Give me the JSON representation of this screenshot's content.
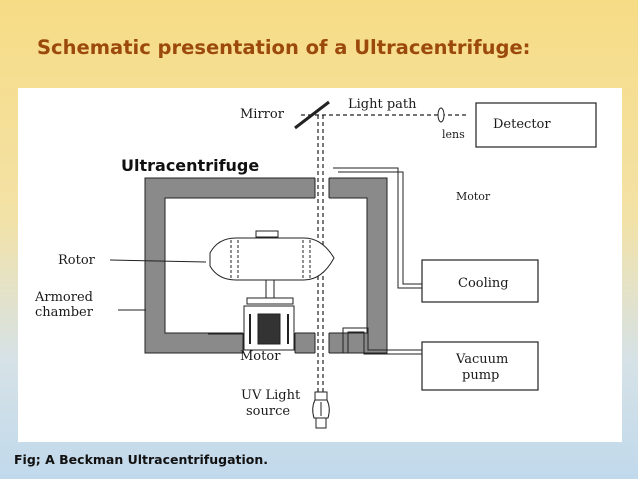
{
  "slide": {
    "title": "Schematic presentation of a Ultracentrifuge:",
    "caption": "Fig; A Beckman Ultracentrifugation."
  },
  "diagram": {
    "heading": "Ultracentrifuge",
    "labels": {
      "mirror": "Mirror",
      "light_path": "Light path",
      "lens": "lens",
      "detector": "Detector",
      "motor_top": "Motor",
      "rotor": "Rotor",
      "armored_line1": "Armored",
      "armored_line2": "chamber",
      "cooling": "Cooling",
      "motor_bottom": "Motor",
      "vacuum_line1": "Vacuum",
      "vacuum_line2": "pump",
      "uv_line1": "UV Light",
      "uv_line2": "source"
    }
  }
}
